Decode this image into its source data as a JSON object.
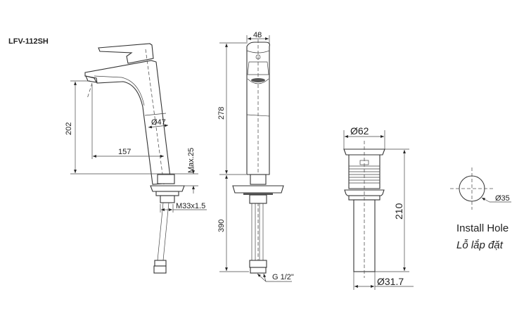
{
  "title": "LFV-112SH",
  "side_view": {
    "dims": {
      "spout_height": "202",
      "spout_reach": "157",
      "body_diameter": "Ø47",
      "max_deck": "Max.25",
      "thread": "M33x1.5"
    }
  },
  "front_view": {
    "dims": {
      "width": "48",
      "body_height": "278",
      "hose_length": "390",
      "hose_connector": "G 1/2\""
    }
  },
  "drain": {
    "dims": {
      "top_diameter": "Ø62",
      "height": "210",
      "pipe_diameter": "Ø31.7"
    }
  },
  "install_hole": {
    "diameter": "Ø35",
    "label_en": "Install Hole",
    "label_vi": "Lỗ lắp đặt"
  },
  "colors": {
    "line": "#333333",
    "background": "#ffffff"
  }
}
